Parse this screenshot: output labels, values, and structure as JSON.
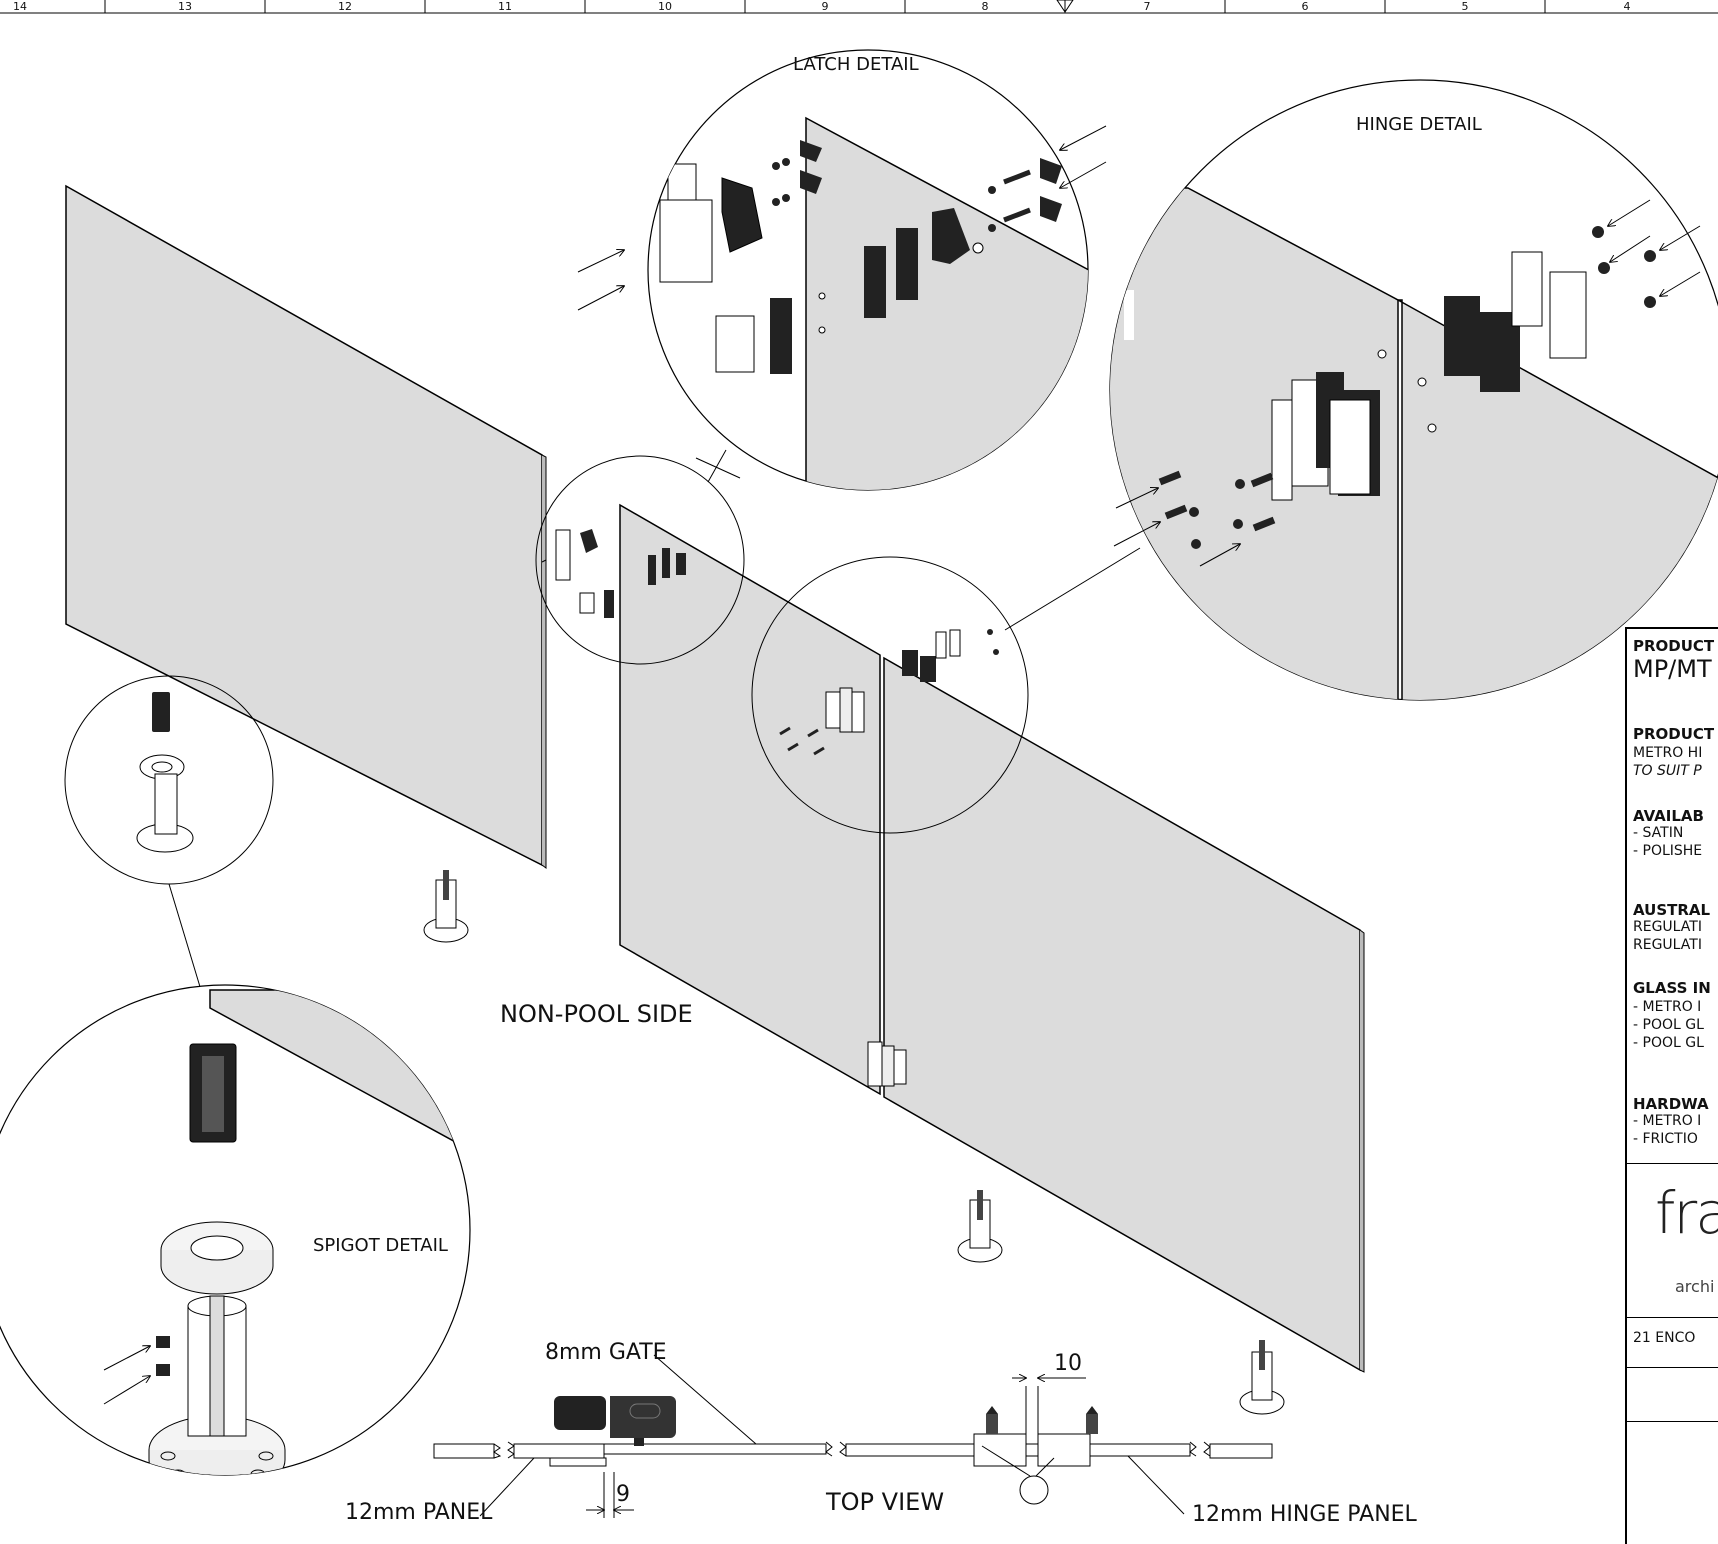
{
  "ruler": {
    "numbers": [
      "14",
      "13",
      "12",
      "11",
      "10",
      "9",
      "8",
      "7",
      "6",
      "5",
      "4"
    ]
  },
  "labels": {
    "latch_detail": "LATCH DETAIL",
    "hinge_detail": "HINGE DETAIL",
    "spigot_detail": "SPIGOT DETAIL",
    "non_pool_side": "NON-POOL SIDE",
    "top_view": "TOP VIEW",
    "gate_8mm": "8mm GATE",
    "panel_12mm": "12mm PANEL",
    "hinge_panel_12mm": "12mm HINGE PANEL",
    "dim_10": "10",
    "dim_9": "9"
  },
  "title_block": {
    "product_code_head": "PRODUCT",
    "product_code": "MP/MT",
    "product_head": "PRODUCT",
    "product_line1": "METRO HI",
    "product_line2": "TO SUIT P",
    "available_head": "AVAILAB",
    "finish_1": "- SATIN",
    "finish_2": "- POLISHE",
    "australian_head": "AUSTRAL",
    "regulation_1": "REGULATI",
    "regulation_2": "REGULATI",
    "glass_head": "GLASS IN",
    "glass_1": "- METRO I",
    "glass_2": "- POOL GL",
    "glass_3": "- POOL GL",
    "hardware_head": "HARDWA",
    "hardware_1": "- METRO I",
    "hardware_2": "- FRICTIO",
    "logo": "fra",
    "logo_sub": "archi",
    "address": "21 ENCO"
  }
}
